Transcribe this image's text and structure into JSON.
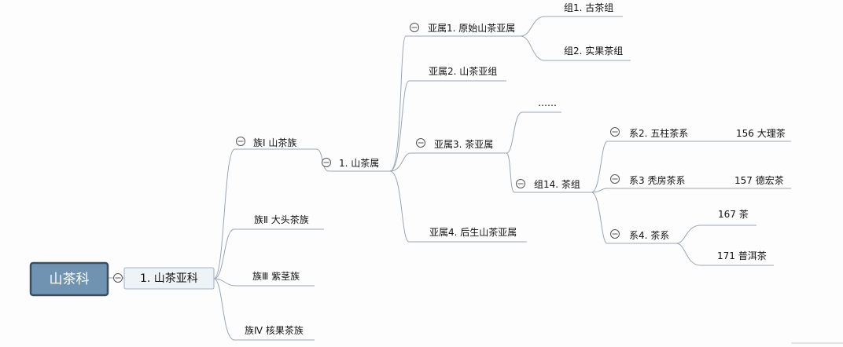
{
  "root": {
    "label": "山茶科"
  },
  "subfamily": {
    "label": "1. 山茶亚科"
  },
  "tribes": [
    {
      "label": "族Ⅰ 山茶族"
    },
    {
      "label": "族Ⅱ 大头茶族"
    },
    {
      "label": "族Ⅲ 紫茎族"
    },
    {
      "label": "族Ⅳ 核果茶族"
    }
  ],
  "genus": {
    "label": "1. 山茶属"
  },
  "subgenera": [
    {
      "label": "亚属1. 原始山茶亚属"
    },
    {
      "label": "亚属2. 山茶亚组"
    },
    {
      "label": "亚属3. 茶亚属"
    },
    {
      "label": "亚属4. 后生山茶亚属"
    }
  ],
  "sections_primitive": [
    {
      "label": "组1. 古茶组"
    },
    {
      "label": "组2. 实果茶组"
    }
  ],
  "ellipsis": {
    "label": "……"
  },
  "section_tea": {
    "label": "组14. 茶组"
  },
  "series": [
    {
      "label": "系2. 五柱茶系"
    },
    {
      "label": "系3 秃房茶系"
    },
    {
      "label": "系4. 茶系"
    }
  ],
  "species": [
    {
      "label": "156 大理茶"
    },
    {
      "label": "157 德宏茶"
    },
    {
      "label": "167 茶"
    },
    {
      "label": "171 普洱茶"
    }
  ]
}
